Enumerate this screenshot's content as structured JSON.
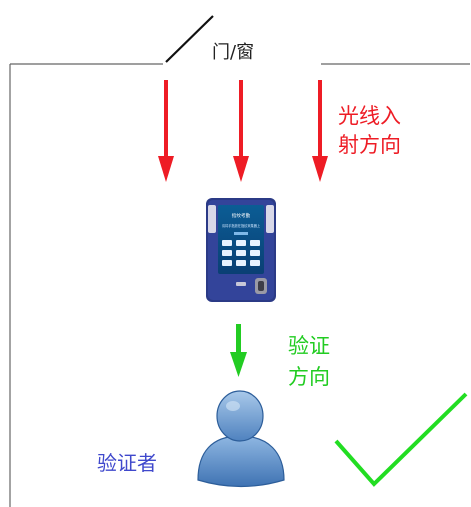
{
  "labels": {
    "door_window": "门/窗",
    "light_direction_line1": "光线入",
    "light_direction_line2": "射方向",
    "verify_direction_line1": "验证",
    "verify_direction_line2": "方向",
    "verifier": "验证者"
  },
  "device": {
    "screen_title": "指纹考勤",
    "screen_subtitle": "请将手指放在指纹采集器上"
  },
  "icons": [
    "door-line-icon",
    "red-arrow-icon",
    "green-arrow-icon",
    "person-icon",
    "checkmark-icon",
    "device-icon"
  ],
  "colors": {
    "light_arrow": "#ee1c25",
    "verify_arrow": "#22cc22",
    "checkmark": "#22dd22",
    "verifier_text": "#3f48cc",
    "person_fill": "#6d9fd4",
    "device_body": "#2b3a86"
  }
}
